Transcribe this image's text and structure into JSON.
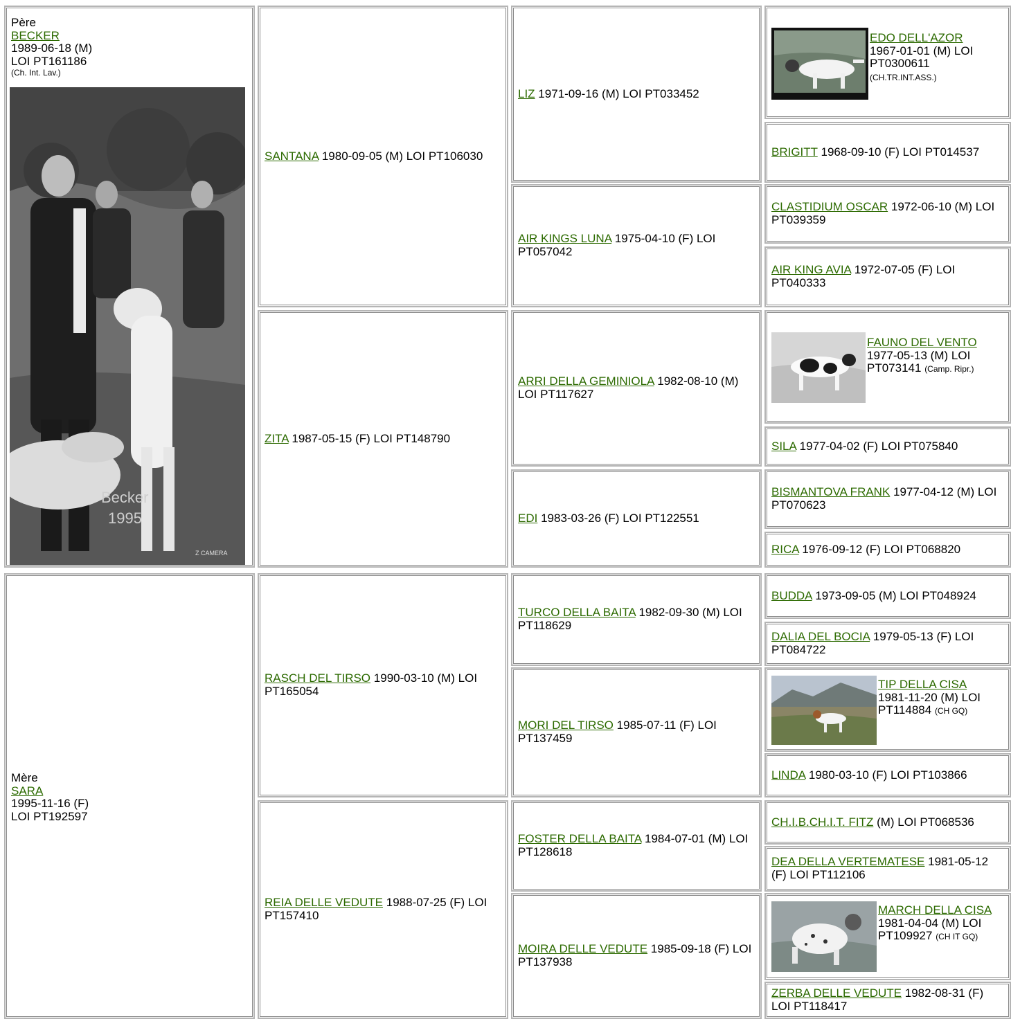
{
  "sire": {
    "label": "Père",
    "name": "BECKER",
    "birth": "1989-06-18 (M)",
    "reg": "LOI PT161186",
    "title": "(Ch. Int. Lav.)",
    "photo_caption_1": "Becker",
    "photo_caption_2": "1995",
    "photo_credit": "Z CAMERA"
  },
  "dam": {
    "label": "Mère",
    "name": "SARA",
    "birth": "1995-11-16 (F)",
    "reg": "LOI PT192597"
  },
  "gen2": [
    {
      "name": "SANTANA",
      "info": "1980-09-05 (M) LOI PT106030"
    },
    {
      "name": "ZITA",
      "info": "1987-05-15 (F) LOI PT148790"
    },
    {
      "name": "RASCH DEL TIRSO",
      "info": "1990-03-10 (M) LOI PT165054"
    },
    {
      "name": "REIA DELLE VEDUTE",
      "info": "1988-07-25 (F) LOI PT157410"
    }
  ],
  "gen3": [
    {
      "name": "LIZ",
      "info": "1971-09-16 (M) LOI PT033452"
    },
    {
      "name": "AIR KINGS LUNA",
      "info": "1975-04-10 (F) LOI PT057042"
    },
    {
      "name": "ARRI DELLA GEMINIOLA",
      "info": "1982-08-10 (M) LOI PT117627"
    },
    {
      "name": "EDI",
      "info": "1983-03-26 (F) LOI PT122551"
    },
    {
      "name": "TURCO DELLA BAITA",
      "info": "1982-09-30 (M) LOI PT118629"
    },
    {
      "name": "MORI DEL TIRSO",
      "info": "1985-07-11 (F) LOI PT137459"
    },
    {
      "name": "FOSTER DELLA BAITA",
      "info": "1984-07-01 (M) LOI PT128618"
    },
    {
      "name": "MOIRA DELLE VEDUTE",
      "info": "1985-09-18 (F) LOI PT137938"
    }
  ],
  "gen4": [
    {
      "name": "EDO DELL'AZOR",
      "info": "1967-01-01 (M) LOI PT0300611",
      "title": "(CH.TR.INT.ASS.)"
    },
    {
      "name": "BRIGITT",
      "info": "1968-09-10 (F) LOI PT014537"
    },
    {
      "name": "CLASTIDIUM OSCAR",
      "info": "1972-06-10 (M) LOI PT039359"
    },
    {
      "name": "AIR KING AVIA",
      "info": "1972-07-05 (F) LOI PT040333"
    },
    {
      "name": "FAUNO DEL VENTO",
      "info": "1977-05-13 (M) LOI PT073141",
      "title": "(Camp. Ripr.)"
    },
    {
      "name": "SILA",
      "info": "1977-04-02 (F) LOI PT075840"
    },
    {
      "name": "BISMANTOVA FRANK",
      "info": "1977-04-12 (M) LOI PT070623"
    },
    {
      "name": "RICA",
      "info": "1976-09-12 (F) LOI PT068820"
    },
    {
      "name": "BUDDA",
      "info": "1973-09-05 (M) LOI PT048924"
    },
    {
      "name": "DALIA DEL BOCIA",
      "info": "1979-05-13 (F) LOI PT084722"
    },
    {
      "name": "TIP DELLA CISA",
      "info": "1981-11-20 (M) LOI PT114884",
      "title": "(CH GQ)"
    },
    {
      "name": "LINDA",
      "info": "1980-03-10 (F) LOI PT103866"
    },
    {
      "name": "CH.I.B.CH.I.T. FITZ",
      "info": "(M) LOI PT068536"
    },
    {
      "name": "DEA DELLA VERTEMATESE",
      "info": "1981-05-12 (F) LOI PT112106"
    },
    {
      "name": "MARCH DELLA CISA",
      "info": "1981-04-04 (M) LOI PT109927",
      "title": "(CH IT GQ)"
    },
    {
      "name": "ZERBA DELLE VEDUTE",
      "info": "1982-08-31 (F) LOI PT118417"
    }
  ],
  "colors": {
    "link": "#2c6a00",
    "border": "#b5b5b5"
  }
}
